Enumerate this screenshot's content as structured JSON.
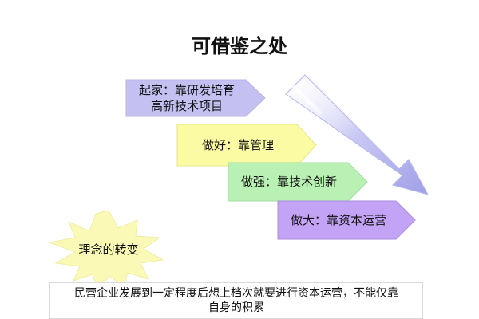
{
  "title": "可借鉴之处",
  "steps": [
    {
      "line1": "起家：靠研发培育",
      "line2": "高新技术项目",
      "color": "#c4c1f2"
    },
    {
      "line1": "做好：靠管理",
      "line2": "",
      "color": "#fafba2"
    },
    {
      "line1": "做强：靠技术创新",
      "line2": "",
      "color": "#b9f0b3"
    },
    {
      "line1": "做大：靠资本运营",
      "line2": "",
      "color": "#c3a3f5"
    }
  ],
  "burst": {
    "label": "理念的转变",
    "color": "#fafab6"
  },
  "arrow": {
    "color": "#a7a7ec"
  },
  "conclusion": {
    "line1": "民营企业发展到一定程度后想上档次就要进行资本运营，不能仅靠",
    "line2": "自身的积累"
  }
}
